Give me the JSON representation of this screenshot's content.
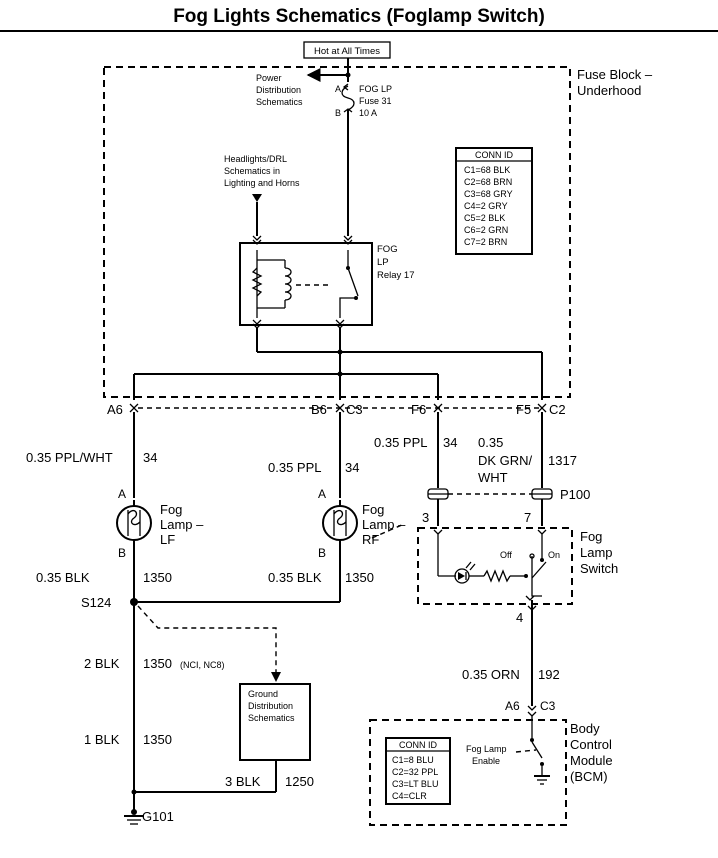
{
  "title": "Fog Lights Schematics (Foglamp Switch)",
  "hot_label": "Hot at All Times",
  "fuse_block": {
    "line1": "Fuse Block –",
    "line2": "Underhood"
  },
  "power_dist": [
    "Power",
    "Distribution",
    "Schematics"
  ],
  "fuse": {
    "pin_a": "A",
    "pin_b": "B",
    "name": "FOG LP",
    "number": "Fuse 31",
    "rating": "10 A"
  },
  "headlights_ref": [
    "Headlights/DRL",
    "Schematics in",
    "Lighting and Horns"
  ],
  "relay": [
    "FOG",
    "LP",
    "Relay 17"
  ],
  "conn_table_fuse": {
    "header": "CONN ID",
    "rows": [
      "C1=68 BLK",
      "C2=68 BRN",
      "C3=68 GRY",
      "C4=2 GRY",
      "C5=2 BLK",
      "C6=2 GRN",
      "C7=2 BRN"
    ]
  },
  "pins_top": {
    "a6": "A6",
    "b6": "B6",
    "c3": "C3",
    "f6": "F6",
    "f5": "F5",
    "c2": "C2"
  },
  "wires": {
    "lf_feed": "0.35 PPL/WHT",
    "lf_feed_circuit": "34",
    "rf_feed": "0.35 PPL",
    "rf_feed_circuit": "34",
    "sw_feed": "0.35 PPL",
    "sw_feed_circuit": "34",
    "sw_out_1": "0.35",
    "sw_out_2": "DK GRN/",
    "sw_out_3": "WHT",
    "sw_out_circuit": "1317",
    "lf_gnd": "0.35 BLK",
    "lf_gnd_circuit": "1350",
    "rf_gnd": "0.35 BLK",
    "rf_gnd_circuit": "1350",
    "gnd_2blk": "2 BLK",
    "gnd_2blk_circuit": "1350",
    "gnd_2blk_note": "(NCI, NC8)",
    "gnd_1blk": "1 BLK",
    "gnd_1blk_circuit": "1350",
    "gnd_3blk": "3 BLK",
    "gnd_3blk_circuit": "1250",
    "bcm_feed": "0.35 ORN",
    "bcm_feed_circuit": "192"
  },
  "lamp_lf": {
    "pin_a": "A",
    "pin_b": "B",
    "line1": "Fog",
    "line2": "Lamp –",
    "line3": "LF"
  },
  "lamp_rf": {
    "pin_a": "A",
    "pin_b": "B",
    "line1": "Fog",
    "line2": "Lamp –",
    "line3": "RF"
  },
  "p100": "P100",
  "switch": {
    "pin3": "3",
    "pin7": "7",
    "pin4": "4",
    "off": "Off",
    "on": "On",
    "line1": "Fog",
    "line2": "Lamp",
    "line3": "Switch"
  },
  "splice": "S124",
  "ground_ref": [
    "Ground",
    "Distribution",
    "Schematics"
  ],
  "ground": "G101",
  "bcm": {
    "pin_a6": "A6",
    "pin_c3": "C3",
    "line1": "Body",
    "line2": "Control",
    "line3": "Module",
    "line4": "(BCM)",
    "enable1": "Fog Lamp",
    "enable2": "Enable"
  },
  "conn_table_bcm": {
    "header": "CONN ID",
    "rows": [
      "C1=8 BLU",
      "C2=32 PPL",
      "C3=LT BLU",
      "C4=CLR"
    ]
  }
}
